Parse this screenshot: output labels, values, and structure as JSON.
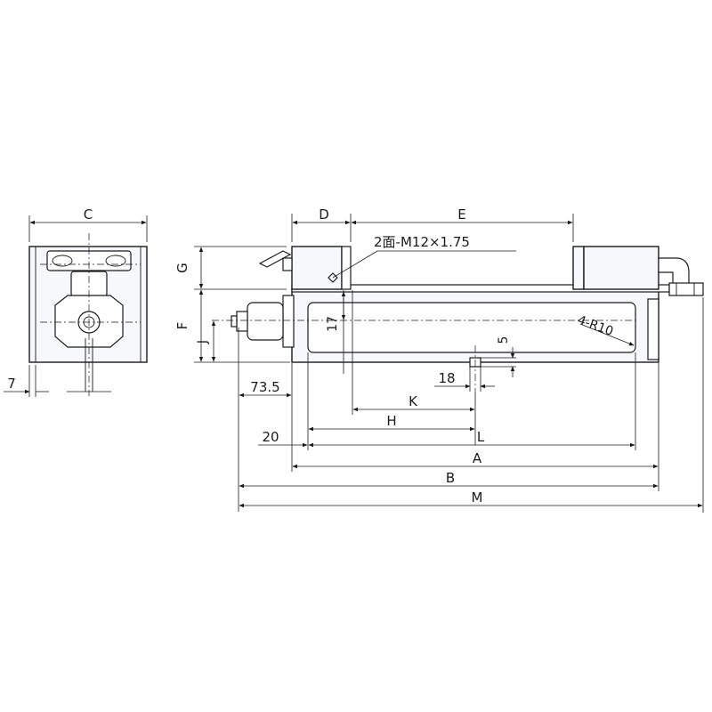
{
  "labels": {
    "C": "C",
    "D": "D",
    "E": "E",
    "G": "G",
    "F": "F",
    "J": "J",
    "seven": "7",
    "thread": "2面-M12×1.75",
    "seventeen": "17",
    "five": "5",
    "radius": "4-R10",
    "d73_5": "73.5",
    "d18": "18",
    "K": "K",
    "H": "H",
    "d20": "20",
    "L": "L",
    "A": "A",
    "B": "B",
    "M": "M"
  }
}
